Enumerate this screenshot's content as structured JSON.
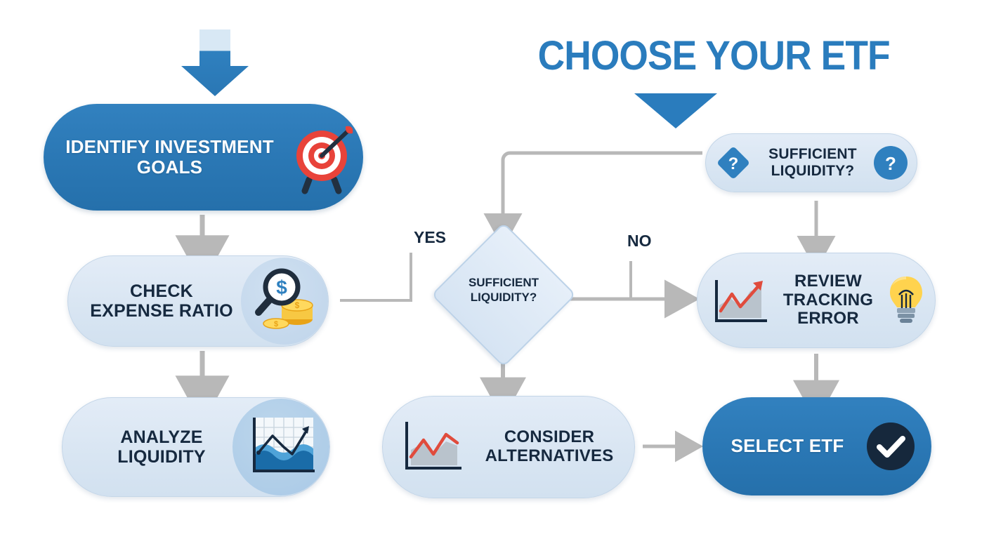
{
  "title": "CHOOSE YOUR ETF",
  "colors": {
    "brand_blue": "#2a7cbd",
    "node_blue": "#2f80bf",
    "node_light": "#d8e5f2",
    "text_dark": "#16293f",
    "text_light": "#ffffff",
    "connector_grey": "#b3b3b3",
    "accent_red": "#e04b3c",
    "accent_gold": "#f5c542"
  },
  "nodes": {
    "goals": {
      "label": "IDENTIFY INVESTMENT\nGOALS",
      "icon": "target-dartboard-icon"
    },
    "expense": {
      "label": "CHECK\nEXPENSE RATIO",
      "icon": "magnifier-dollar-coins-icon"
    },
    "analyze": {
      "label": "ANALYZE\nLIQUIDITY",
      "icon": "area-chart-waves-icon"
    },
    "suff_pill": {
      "label": "SUFFICIENT\nLIQUIDITY?",
      "icon_left": "question-diamond-icon",
      "icon_right": "question-circle-icon"
    },
    "decision": {
      "label": "SUFFICIENT\nLIQUIDITY?"
    },
    "review": {
      "label": "REVIEW\nTRACKING\nERROR",
      "icon_left": "red-trend-chart-icon",
      "icon_right": "lightbulb-icon"
    },
    "consider": {
      "label": "CONSIDER\nALTERNATIVES",
      "icon_left": "red-line-area-chart-icon"
    },
    "select": {
      "label": "SELECT ETF",
      "icon_right": "check-circle-icon"
    }
  },
  "edges": {
    "yes": "YES",
    "no": "NO"
  },
  "icons": {
    "start_arrow": "blue-down-arrow",
    "title_arrow": "blue-down-arrow",
    "connector_down": "grey-down-arrow",
    "connector_right": "grey-right-arrow"
  }
}
